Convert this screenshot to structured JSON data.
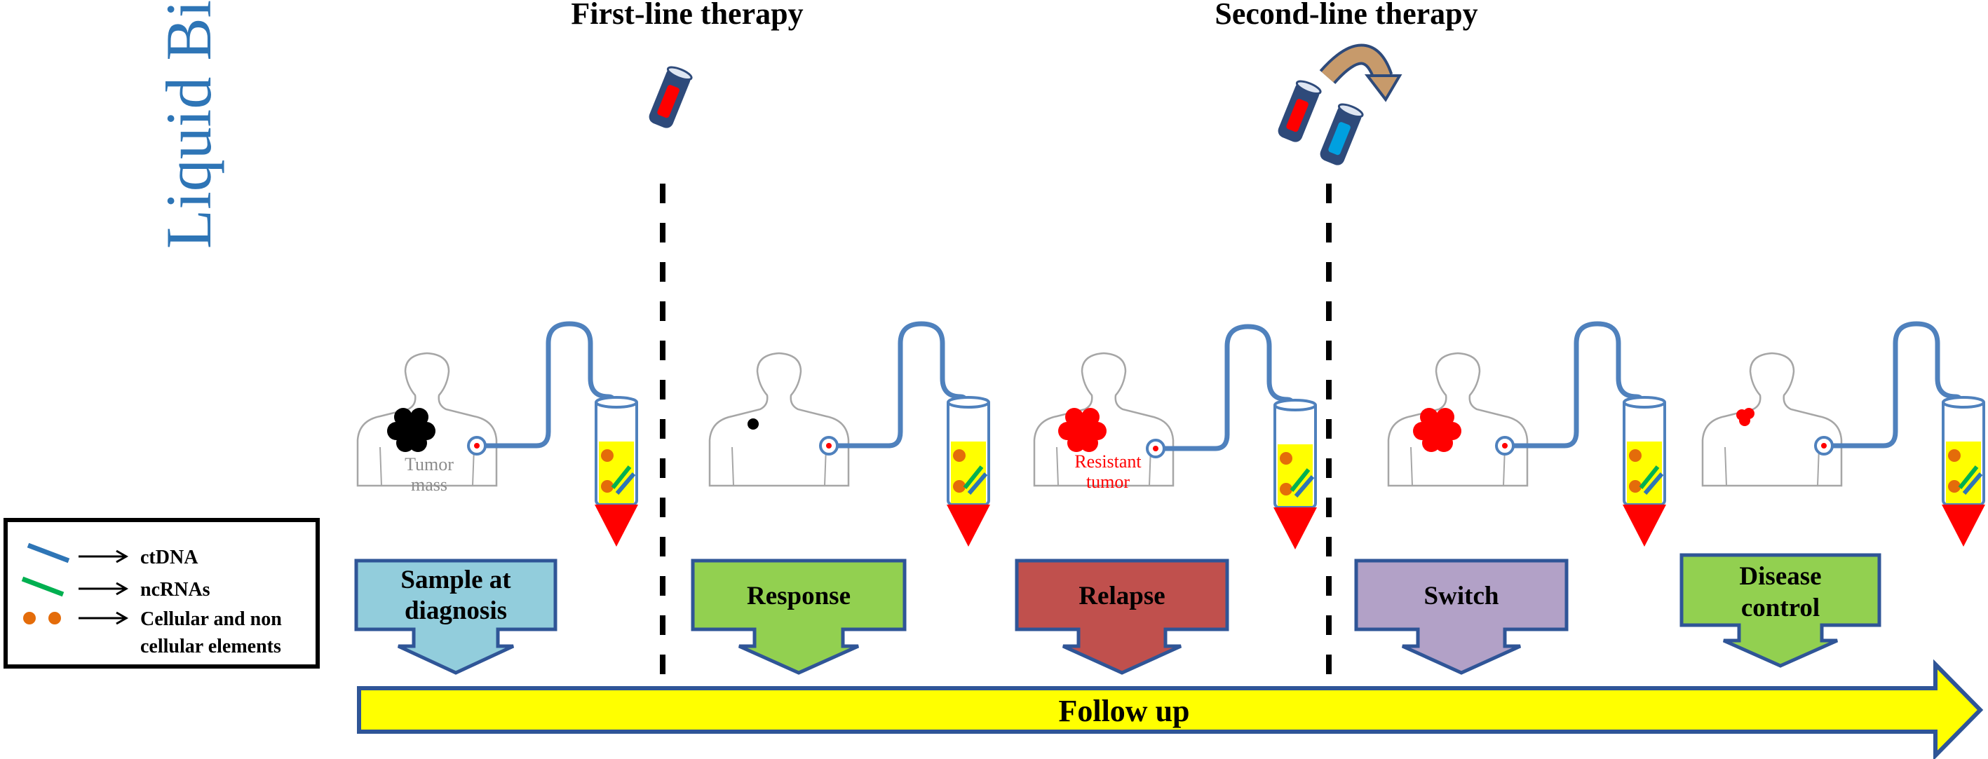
{
  "title": "Liquid Biopsy",
  "therapy_labels": {
    "first": "First-line therapy",
    "second": "Second-line therapy"
  },
  "figure_labels": {
    "tumor_mass": [
      "Tumor",
      "mass"
    ],
    "resistant_tumor": [
      "Resistant",
      "tumor"
    ]
  },
  "stages": [
    {
      "label_lines": [
        "Sample at",
        "diagnosis"
      ],
      "color": "#92CDDC"
    },
    {
      "label_lines": [
        "Response"
      ],
      "color": "#92D050"
    },
    {
      "label_lines": [
        "Relapse"
      ],
      "color": "#C0504D"
    },
    {
      "label_lines": [
        "Switch"
      ],
      "color": "#B2A1C7"
    },
    {
      "label_lines": [
        "Disease",
        "control"
      ],
      "color": "#92D050"
    }
  ],
  "followup_label": "Follow up",
  "legend": {
    "items": [
      {
        "label": "ctDNA",
        "color": "#2E75B6"
      },
      {
        "label": "ncRNAs",
        "color": "#00B050"
      },
      {
        "label_lines": [
          "Cellular and non",
          "cellular elements"
        ],
        "color": "#E46C0A"
      }
    ]
  },
  "colors": {
    "title": "#2E75B6",
    "tube_tip": "#FF0000",
    "tube_fill": "#FFFF00",
    "arrow_fill": "#FFFF00",
    "arrow_border": "#2F5597",
    "tumor_black": "#000000",
    "tumor_red": "#FF0000",
    "catheter": "#4F81BD"
  }
}
